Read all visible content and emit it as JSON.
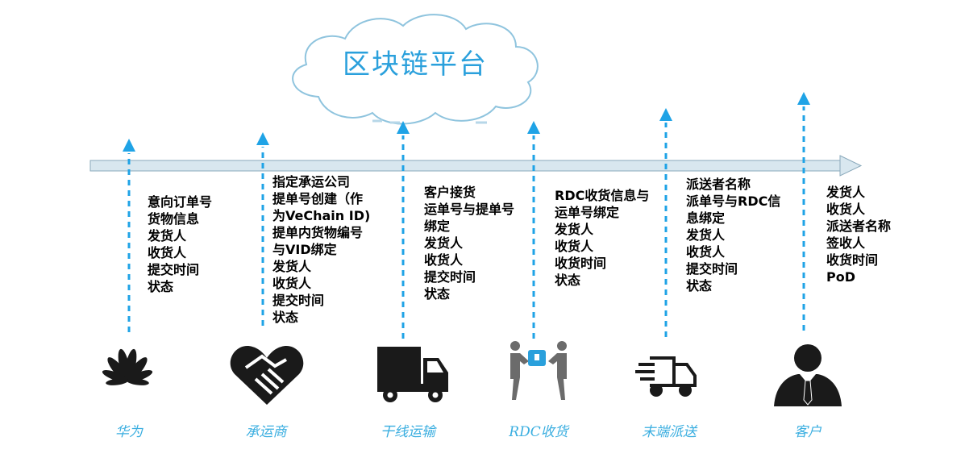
{
  "platform": {
    "title": "区块链平台"
  },
  "colors": {
    "accent": "#2aa0dc",
    "arrow_gray": "#c9dbe6",
    "icon_dark": "#1a1a1a"
  },
  "nodes": [
    {
      "caption": "华为",
      "icon": "huawei-logo",
      "lines": [
        "意向订单号",
        "货物信息",
        "发货人",
        "收货人",
        "提交时间",
        "状态"
      ]
    },
    {
      "caption": "承运商",
      "icon": "handshake-heart-icon",
      "lines": [
        "指定承运公司",
        "提单号创建（作",
        "为VeChain ID)",
        "提单内货物编号",
        "与VID绑定",
        "发货人",
        "收货人",
        "提交时间",
        "状态"
      ]
    },
    {
      "caption": "干线运输",
      "icon": "truck-icon",
      "lines": [
        "客户接货",
        "运单号与提单号",
        "绑定",
        "发货人",
        "收货人",
        "提交时间",
        "状态"
      ]
    },
    {
      "caption": "RDC收货",
      "icon": "handover-people-icon",
      "lines": [
        "RDC收货信息与",
        "运单号绑定",
        "发货人",
        "收货人",
        "收货时间",
        "状态"
      ]
    },
    {
      "caption": "末端派送",
      "icon": "fast-delivery-truck-icon",
      "lines": [
        "派送者名称",
        "派单号与RDC信",
        "息绑定",
        "发货人",
        "收货人",
        "提交时间",
        "状态"
      ]
    },
    {
      "caption": "客户",
      "icon": "customer-person-icon",
      "lines": [
        "发货人",
        "收货人",
        "派送者名称",
        "签收人",
        "收货时间",
        "PoD"
      ]
    }
  ]
}
